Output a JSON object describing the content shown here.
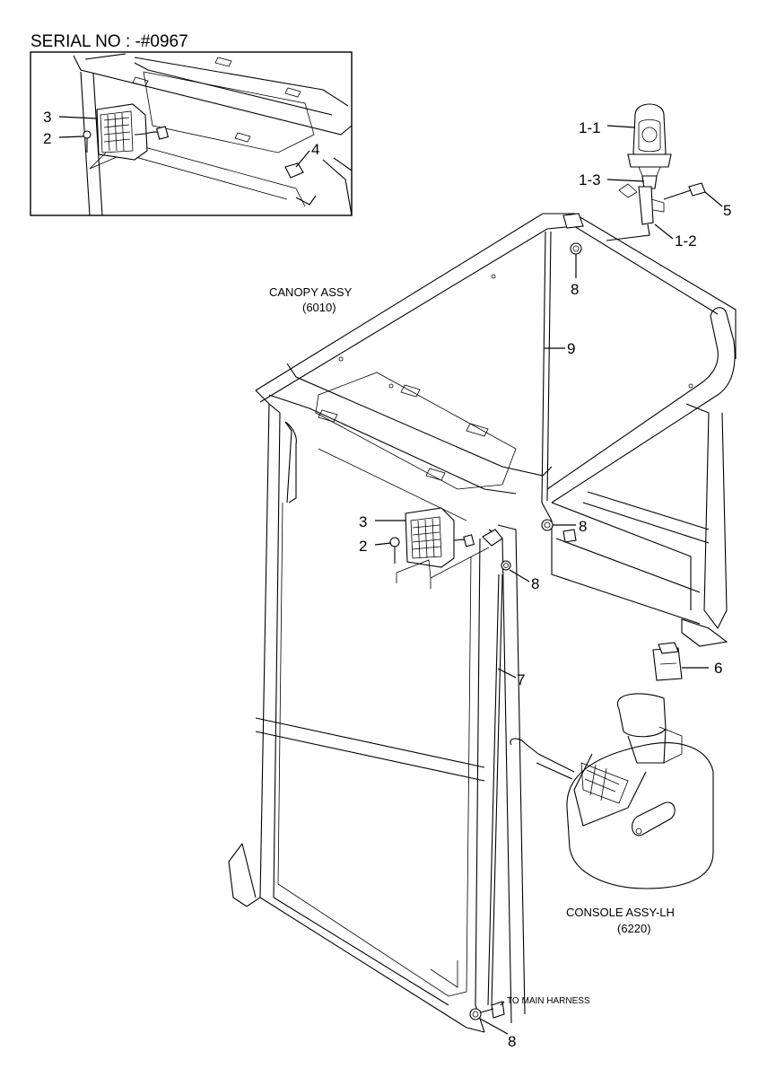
{
  "serial": "SERIAL NO : -#0967",
  "inset": {
    "labels": {
      "lamp": "3",
      "bolt": "2",
      "bracket": "4"
    }
  },
  "labels": {
    "beacon_lamp": "1-1",
    "beacon_adapter": "1-3",
    "beacon_bracket": "1-2",
    "bolt_5": "5",
    "grommet_top": "8",
    "wire_9": "9",
    "grommet_mid": "8",
    "work_lamp": "3",
    "work_bolt": "2",
    "grommet_front": "8",
    "harness_7": "7",
    "switch_6": "6",
    "grommet_bottom": "8"
  },
  "captions": {
    "canopy_line1": "CANOPY ASSY",
    "canopy_line2": "(6010)",
    "console_line1": "CONSOLE ASSY-LH",
    "console_line2": "(6220)",
    "to_main_harness": "TO MAIN HARNESS"
  }
}
